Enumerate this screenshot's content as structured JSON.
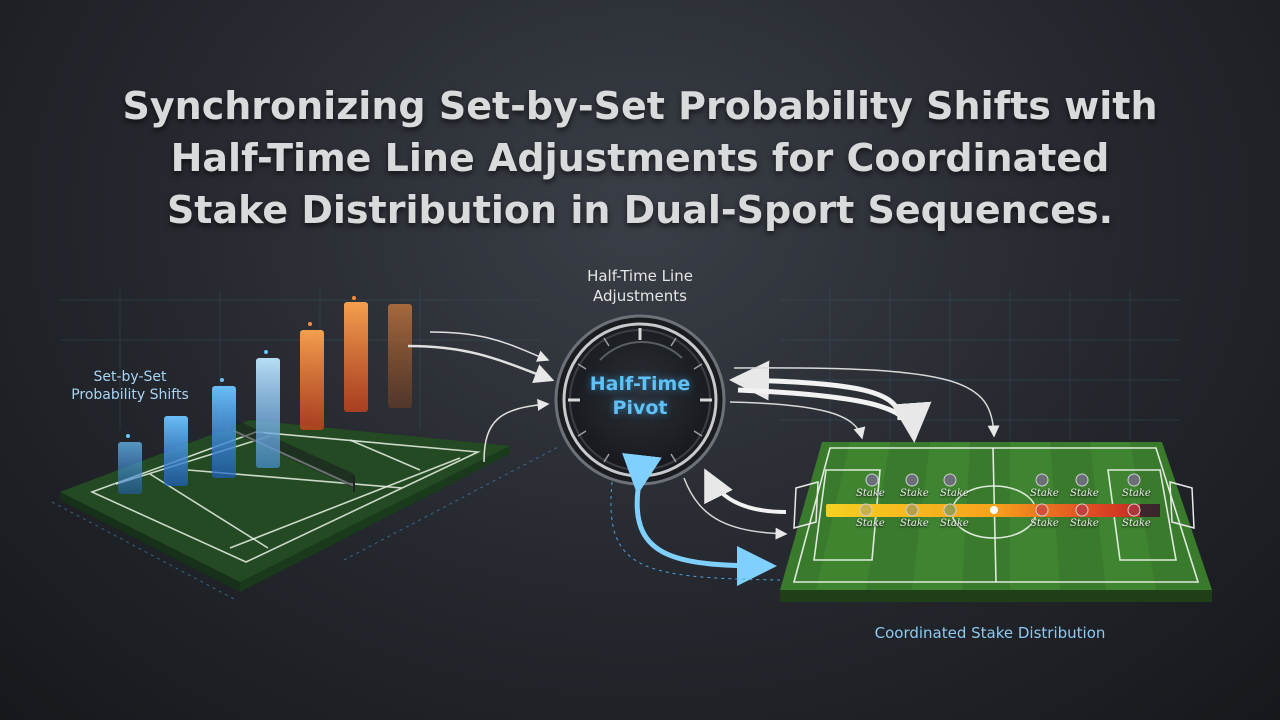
{
  "title": {
    "line1": "Synchronizing Set-by-Set Probability Shifts with",
    "line2": "Half-Time Line Adjustments for Coordinated",
    "line3": "Stake Distribution in Dual-Sport Sequences."
  },
  "labels": {
    "tennis_line1": "Set-by-Set",
    "tennis_line2": "Probability Shifts",
    "halftime_line1": "Half-Time Line",
    "halftime_line2": "Adjustments",
    "pivot_line1": "Half-Time",
    "pivot_line2": "Pivot",
    "distribution": "Coordinated Stake Distribution"
  },
  "stake_label": "Stake",
  "colors": {
    "accent_blue": "#5fc1f5",
    "tennis_court": "#3f7d3a",
    "soccer_pitch": "#3e8a2f",
    "bar_low": "#2f7fe0",
    "bar_high": "#f06a2a"
  }
}
